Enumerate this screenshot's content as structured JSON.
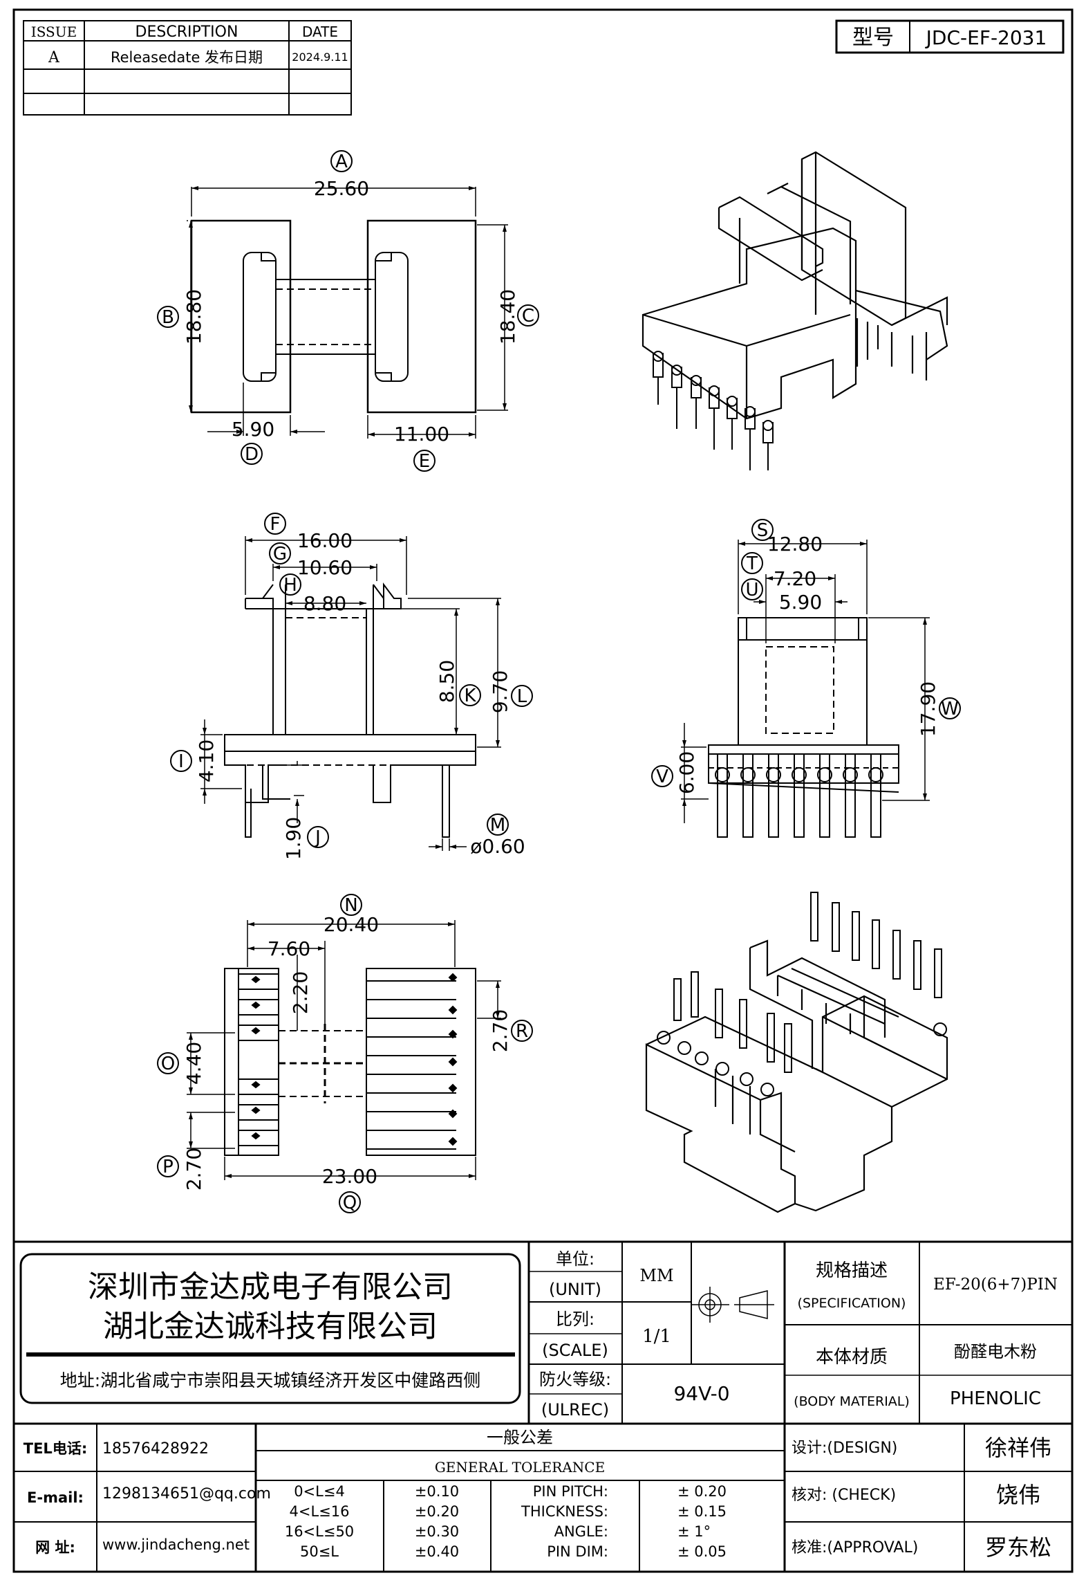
{
  "revision_table": {
    "headers": [
      "ISSUE",
      "DESCRIPTION",
      "DATE"
    ],
    "rows": [
      {
        "issue": "A",
        "description": "Releasedate 发布日期",
        "date": "2024.9.11"
      },
      {
        "issue": "",
        "description": "",
        "date": ""
      },
      {
        "issue": "",
        "description": "",
        "date": ""
      }
    ]
  },
  "model_box": {
    "label": "型号",
    "value": "JDC-EF-2031"
  },
  "views": {
    "top": {
      "A": {
        "letter": "A",
        "value": "25.60"
      },
      "B": {
        "letter": "B",
        "value": "18.80"
      },
      "C": {
        "letter": "C",
        "value": "18.40"
      },
      "D": {
        "letter": "D",
        "value": "5.90"
      },
      "E": {
        "letter": "E",
        "value": "11.00"
      }
    },
    "side": {
      "F": {
        "letter": "F",
        "value": "16.00"
      },
      "G": {
        "letter": "G",
        "value": "10.60"
      },
      "H": {
        "letter": "H",
        "value": "8.80"
      },
      "K": {
        "letter": "K",
        "value": "8.50"
      },
      "L": {
        "letter": "L",
        "value": "9.70"
      },
      "I": {
        "letter": "I",
        "value": "4.10"
      },
      "J": {
        "letter": "J",
        "value": "1.90"
      },
      "M": {
        "letter": "M",
        "value": "ø0.60"
      }
    },
    "front": {
      "S": {
        "letter": "S",
        "value": "12.80"
      },
      "T": {
        "letter": "T",
        "value": "7.20"
      },
      "U": {
        "letter": "U",
        "value": "5.90"
      },
      "W": {
        "letter": "W",
        "value": "17.90"
      },
      "V": {
        "letter": "V",
        "value": "6.00"
      }
    },
    "bottom": {
      "N": {
        "letter": "N",
        "value": "20.40"
      },
      "O7": {
        "value": "7.60"
      },
      "P22": {
        "value": "2.20"
      },
      "R": {
        "letter": "R",
        "value": "2.70"
      },
      "O": {
        "letter": "O",
        "value": "4.40"
      },
      "P": {
        "letter": "P",
        "value": "2.70"
      },
      "Q": {
        "letter": "Q",
        "value": "23.00"
      }
    }
  },
  "company": {
    "name1": "深圳市金达成电子有限公司",
    "name2": "湖北金达诚科技有限公司",
    "address": "地址:湖北省咸宁市崇阳县天城镇经济开发区中健路西侧"
  },
  "spec": {
    "unit_cn": "单位:",
    "unit_en": "(UNIT)",
    "unit_value": "MM",
    "scale_cn": "比列:",
    "scale_en": "(SCALE)",
    "scale_value": "1/1",
    "fire_cn": "防火等级:",
    "fire_en": "(ULREC)",
    "fire_value": "94V-0",
    "spec_cn": "规格描述",
    "spec_en": "(SPECIFICATION)",
    "spec_value": "EF-20(6+7)PIN",
    "material_cn": "本体材质",
    "material_en": "(BODY MATERIAL)",
    "material_value_cn": "酚醛电木粉",
    "material_value_en": "PHENOLIC"
  },
  "contact": {
    "tel_label": "TEL电话:",
    "tel": "18576428922",
    "email_label": "E-mail:",
    "email": "1298134651@qq.com",
    "web_label": "网  址:",
    "web": "www.jindacheng.net"
  },
  "tolerance": {
    "title_cn": "一般公差",
    "title_en": "GENERAL TOLERANCE",
    "ranges": [
      "0<L≤4",
      "4<L≤16",
      "16<L≤50",
      "50≤L"
    ],
    "values": [
      "±0.10",
      "±0.20",
      "±0.30",
      "±0.40"
    ],
    "items": [
      "PIN PITCH:",
      "THICKNESS:",
      "ANGLE:",
      "PIN DIM:"
    ],
    "item_values": [
      "±  0.20",
      "±  0.15",
      "±  1°",
      "±  0.05"
    ]
  },
  "approval": {
    "design_label": "设计:(DESIGN)",
    "design_name": "徐祥伟",
    "check_label": "核对: (CHECK)",
    "check_name": "饶伟",
    "approval_label": "核准:(APPROVAL)",
    "approval_name": "罗东松"
  }
}
